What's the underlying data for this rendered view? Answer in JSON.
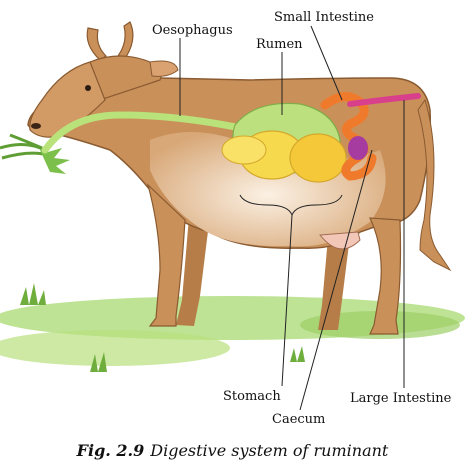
{
  "labels": {
    "oesophagus": "Oesophagus",
    "small_intestine": "Small Intestine",
    "rumen": "Rumen",
    "stomach": "Stomach",
    "caecum": "Caecum",
    "large_intestine": "Large Intestine"
  },
  "caption": {
    "number": "Fig. 2.9",
    "text": "Digestive system of ruminant"
  },
  "colors": {
    "cow_body": "#c9905a",
    "cow_belly": "#f1ddc4",
    "grass": "#9ed36a",
    "oesophagus": "#b9e27a",
    "rumen": "#bde07e",
    "stomach": "#f7d94e",
    "small_intestine": "#f07a2c",
    "caecum": "#a63ca0",
    "large_intestine": "#d9408c"
  }
}
